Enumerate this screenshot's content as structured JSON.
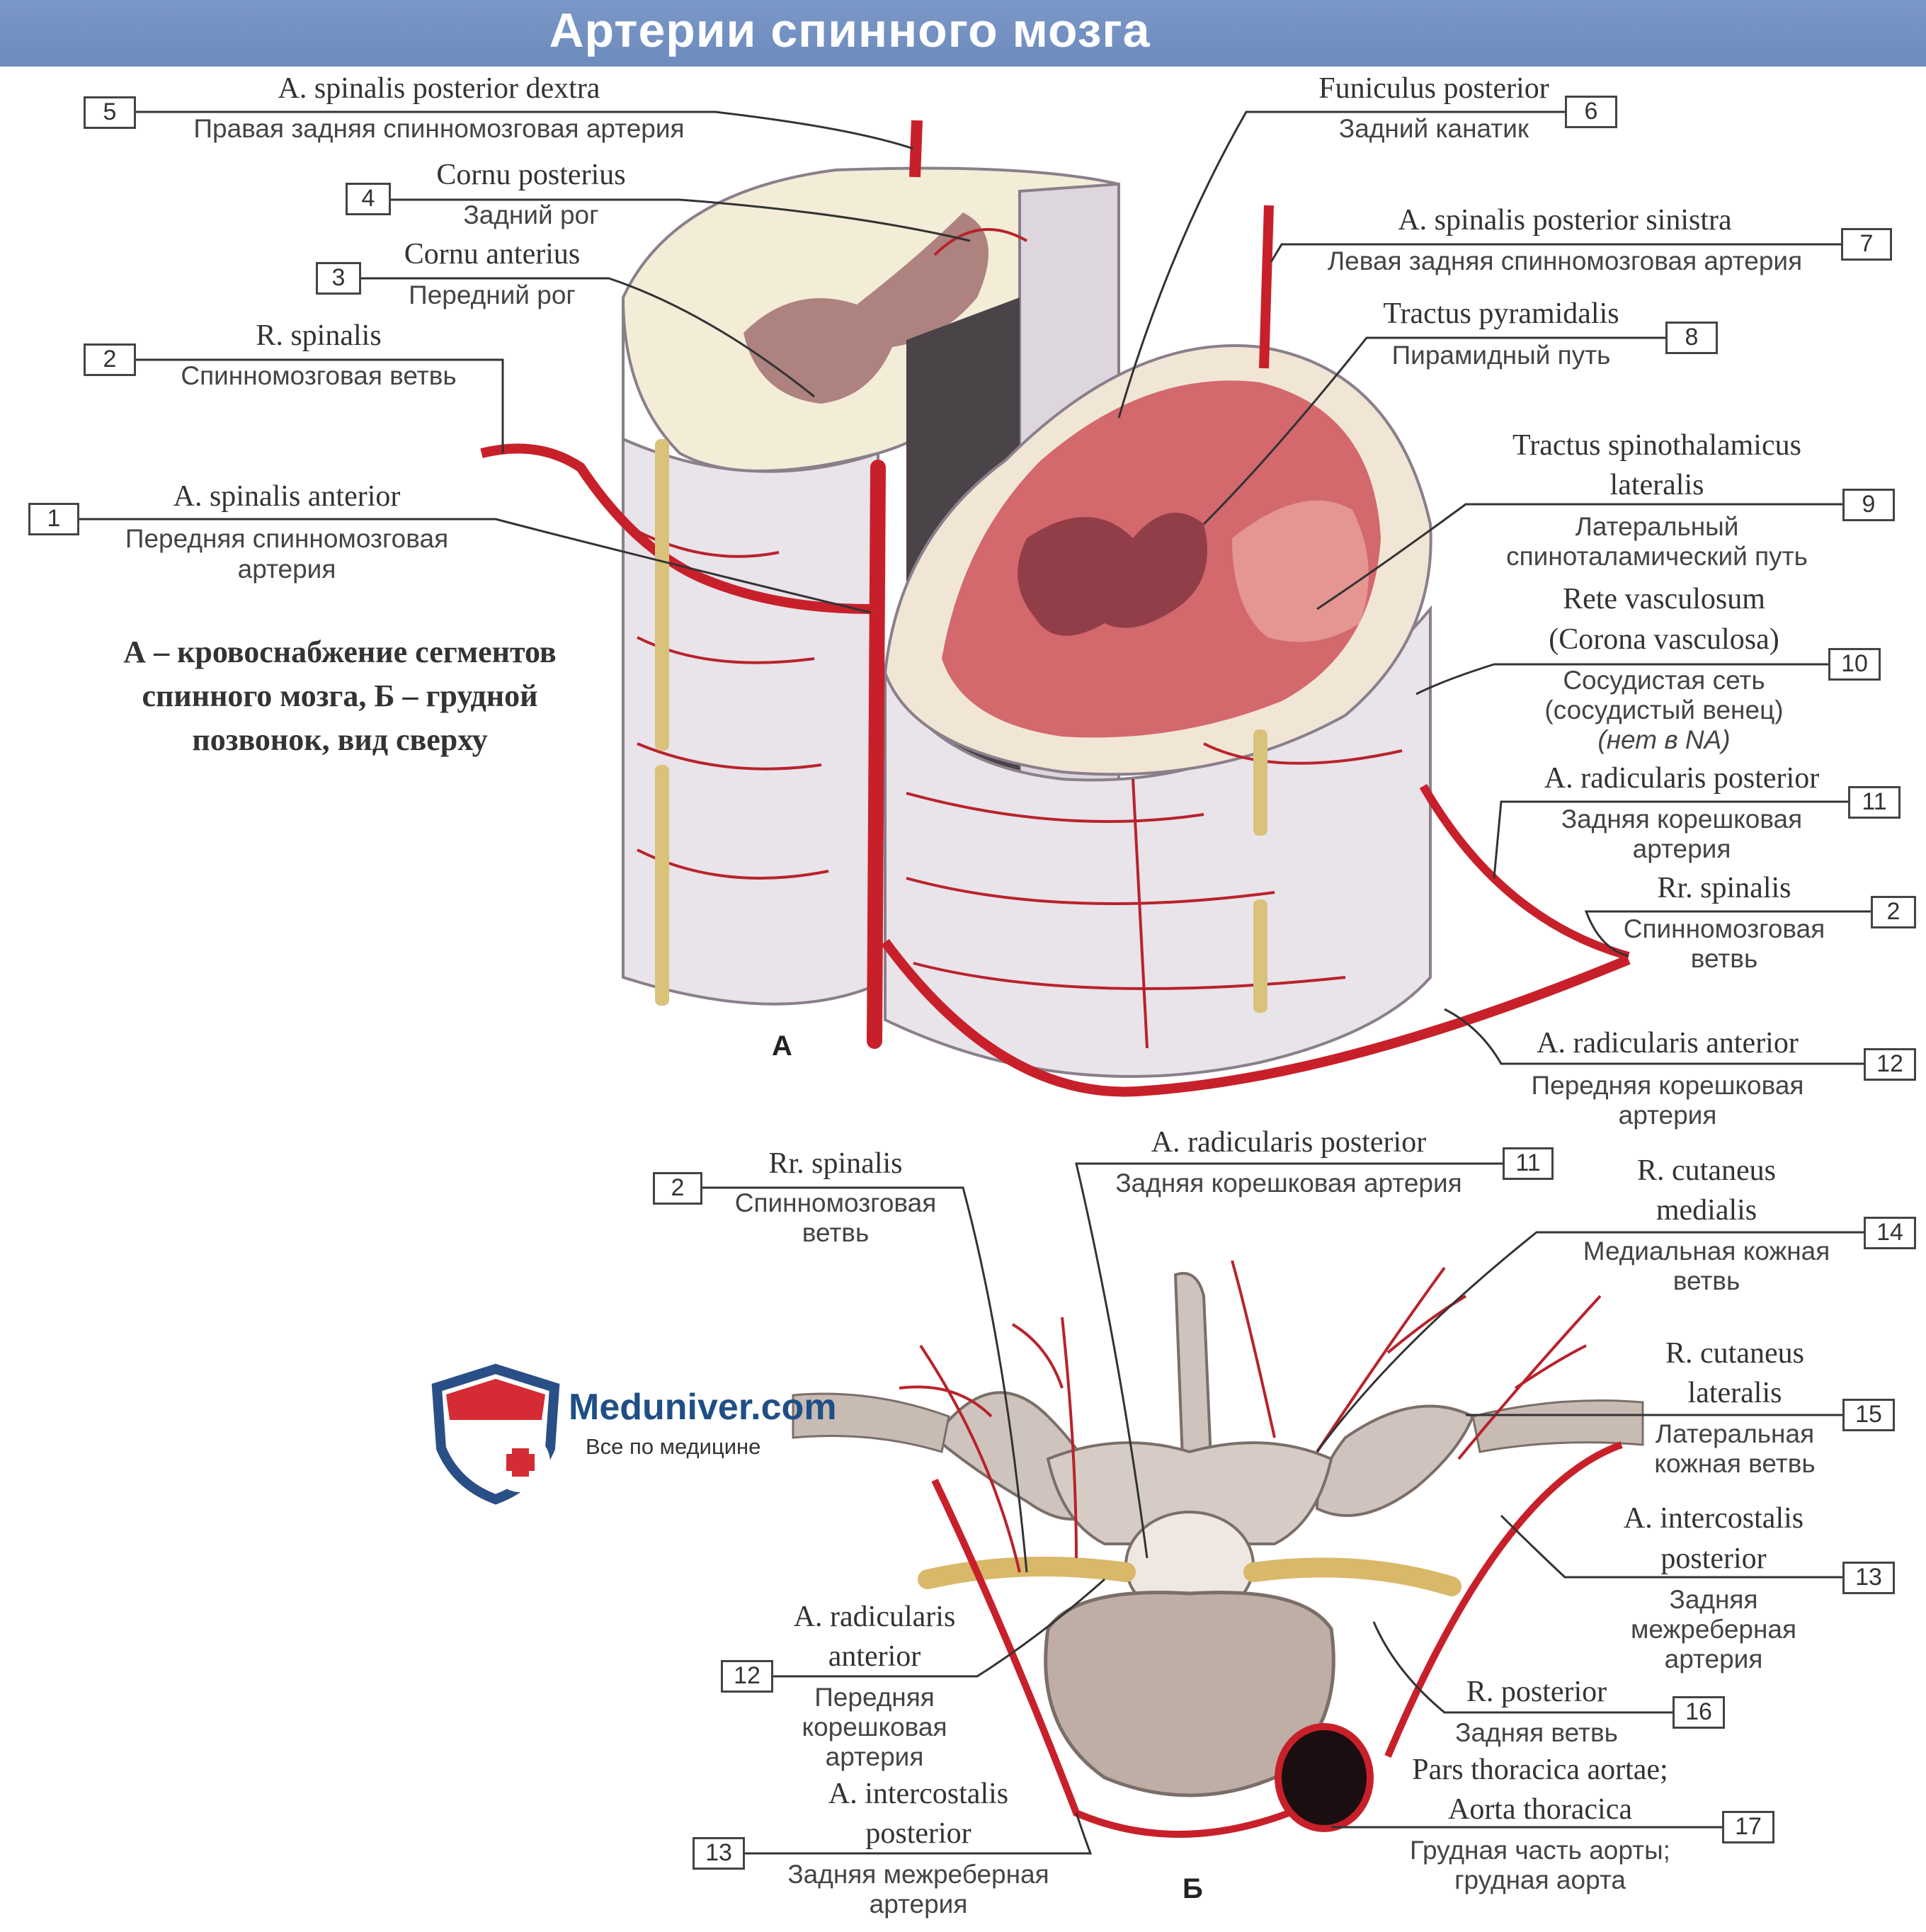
{
  "title": "Артерии спинного мозга",
  "caption": {
    "line1": "А – кровоснабжение сегментов",
    "line2": "спинного мозга, Б – грудной",
    "line3": "позвонок, вид сверху"
  },
  "figure_letters": {
    "a": "А",
    "b": "Б"
  },
  "logo": {
    "brand": "Meduniver.com",
    "tagline": "Все по медицине"
  },
  "labels": {
    "l5": {
      "num": "5",
      "lat": "A. spinalis posterior dextra",
      "rus": "Правая задняя спинномозговая артерия"
    },
    "l4": {
      "num": "4",
      "lat": "Cornu posterius",
      "rus": "Задний рог"
    },
    "l3": {
      "num": "3",
      "lat": "Cornu anterius",
      "rus": "Передний рог"
    },
    "l2a": {
      "num": "2",
      "lat": "R. spinalis",
      "rus": "Спинномозговая ветвь"
    },
    "l1": {
      "num": "1",
      "lat": "A. spinalis anterior",
      "rus1": "Передняя спинномозговая",
      "rus2": "артерия"
    },
    "l6": {
      "num": "6",
      "lat": "Funiculus posterior",
      "rus": "Задний канатик"
    },
    "l7": {
      "num": "7",
      "lat": "A. spinalis posterior sinistra",
      "rus": "Левая задняя спинномозговая артерия"
    },
    "l8": {
      "num": "8",
      "lat": "Tractus pyramidalis",
      "rus": "Пирамидный путь"
    },
    "l9": {
      "num": "9",
      "lat1": "Tractus spinothalamicus",
      "lat2": "lateralis",
      "rus1": "Латеральный",
      "rus2": "спиноталамический путь"
    },
    "l10": {
      "num": "10",
      "lat1": "Rete vasculosum",
      "lat2": "(Corona vasculosa)",
      "rus1": "Сосудистая сеть",
      "rus2": "(сосудистый венец)",
      "note": "(нет в NA)"
    },
    "l11a": {
      "num": "11",
      "lat": "A. radicularis posterior",
      "rus1": "Задняя корешковая",
      "rus2": "артерия"
    },
    "l2b": {
      "num": "2",
      "lat": "Rr. spinalis",
      "rus1": "Спинномозговая",
      "rus2": "ветвь"
    },
    "l12a": {
      "num": "12",
      "lat": "A. radicularis anterior",
      "rus1": "Передняя корешковая",
      "rus2": "артерия"
    },
    "l2c": {
      "num": "2",
      "lat": "Rr. spinalis",
      "rus1": "Спинномозговая",
      "rus2": "ветвь"
    },
    "l11b": {
      "num": "11",
      "lat": "A. radicularis posterior",
      "rus": "Задняя корешковая артерия"
    },
    "l14": {
      "num": "14",
      "lat1": "R. cutaneus",
      "lat2": "medialis",
      "rus1": "Медиальная кожная",
      "rus2": "ветвь"
    },
    "l15": {
      "num": "15",
      "lat1": "R. cutaneus",
      "lat2": "lateralis",
      "rus1": "Латеральная",
      "rus2": "кожная ветвь"
    },
    "l13a": {
      "num": "13",
      "lat1": "A. intercostalis",
      "lat2": "posterior",
      "rus1": "Задняя",
      "rus2": "межреберная",
      "rus3": "артерия"
    },
    "l12b": {
      "num": "12",
      "lat1": "A. radicularis",
      "lat2": "anterior",
      "rus1": "Передняя",
      "rus2": "корешковая",
      "rus3": "артерия"
    },
    "l16": {
      "num": "16",
      "lat": "R. posterior",
      "rus": "Задняя ветвь"
    },
    "l13b": {
      "num": "13",
      "lat1": "A. intercostalis",
      "lat2": "posterior",
      "rus1": "Задняя межреберная",
      "rus2": "артерия"
    },
    "l17": {
      "num": "17",
      "lat1": "Pars thoracica aortae;",
      "lat2": "Aorta thoracica",
      "rus1": "Грудная часть аорты;",
      "rus2": "грудная аорта"
    }
  }
}
